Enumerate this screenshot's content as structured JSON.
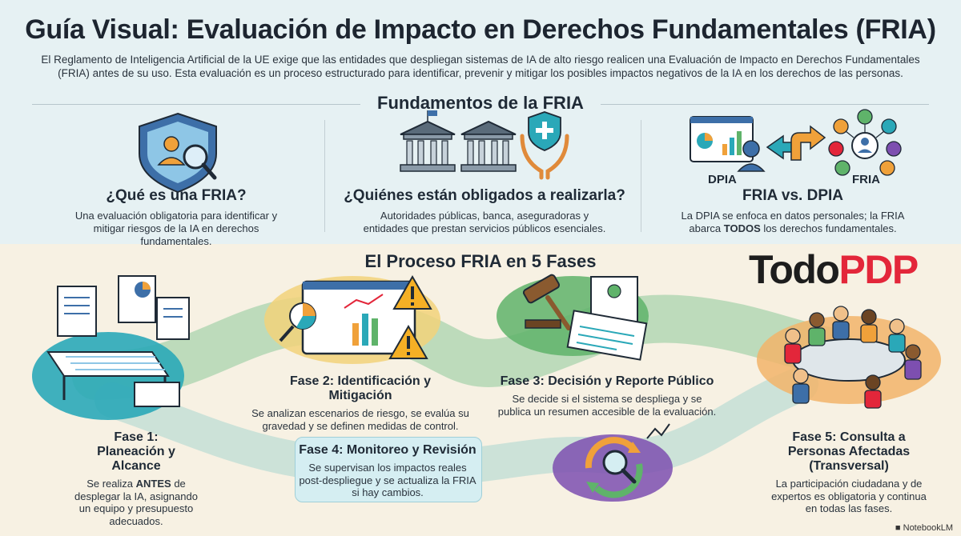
{
  "title": "Guía Visual: Evaluación de Impacto en Derechos Fundamentales (FRIA)",
  "intro": "El Reglamento de Inteligencia Artificial de la UE exige que las entidades que despliegan sistemas de IA de alto riesgo realicen una Evaluación de Impacto en Derechos Fundamentales (FRIA) antes de su uso. Esta evaluación es un proceso estructurado para identificar, prevenir y mitigar los posibles impactos negativos de la IA en los derechos de las personas.",
  "fundamentals": {
    "heading": "Fundamentos de la FRIA",
    "items": [
      {
        "title": "¿Qué es una FRIA?",
        "text": "Una evaluación obligatoria para identificar y mitigar riesgos de la IA en derechos fundamentales."
      },
      {
        "title": "¿Quiénes están obligados a realizarla?",
        "text": "Autoridades públicas, banca, aseguradoras y entidades que prestan servicios públicos esenciales."
      },
      {
        "title": "FRIA vs. DPIA",
        "text_before": "La DPIA se enfoca en datos personales; la FRIA abarca ",
        "text_bold": "TODOS",
        "text_after": " los derechos fundamentales."
      }
    ],
    "dpia_label": "DPIA",
    "fria_label": "FRIA"
  },
  "process": {
    "heading": "El Proceso FRIA en 5 Fases",
    "phases": [
      {
        "title": "Fase 1: Planeación y Alcance",
        "text_before": "Se realiza ",
        "text_bold": "ANTES",
        "text_after": " de desplegar la IA, asignando un equipo y presupuesto adecuados."
      },
      {
        "title": "Fase 2: Identificación y Mitigación",
        "text": "Se analizan escenarios de riesgo, se evalúa su gravedad y se definen medidas de control."
      },
      {
        "title": "Fase 3: Decisión y Reporte Público",
        "text": "Se decide si el sistema se despliega y se publica un resumen accesible de la evaluación."
      },
      {
        "title": "Fase 4: Monitoreo y Revisión",
        "text": "Se supervisan los impactos reales post-despliegue y se actualiza la FRIA si hay cambios."
      },
      {
        "title": "Fase 5: Consulta a Personas Afectadas (Transversal)",
        "text": "La participación ciudadana y de expertos es obligatoria y continua en todas las fases."
      }
    ]
  },
  "brand": {
    "part1": "Todo",
    "part2": "PDP"
  },
  "footer": "NotebookLM",
  "colors": {
    "brand_red": "#e3263a",
    "teal": "#2aa8b8",
    "green": "#5fb36a",
    "purple": "#7d4fb0",
    "orange": "#f0a13a"
  }
}
